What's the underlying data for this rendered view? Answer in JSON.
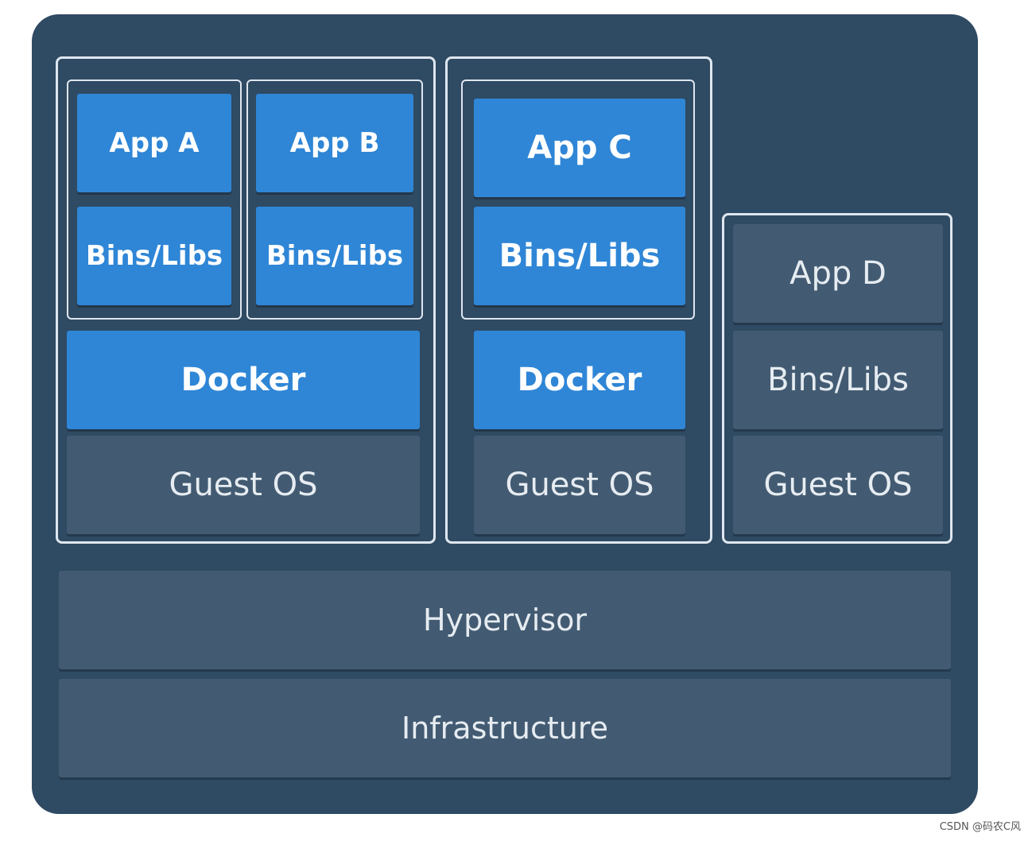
{
  "vm1": {
    "app_a": "App A",
    "bins_a": "Bins/Libs",
    "app_b": "App B",
    "bins_b": "Bins/Libs",
    "docker": "Docker",
    "guest_os": "Guest OS"
  },
  "vm2": {
    "app_c": "App C",
    "bins_c": "Bins/Libs",
    "docker": "Docker",
    "guest_os": "Guest OS"
  },
  "vm3": {
    "app_d": "App D",
    "bins_d": "Bins/Libs",
    "guest_os": "Guest OS"
  },
  "hypervisor": "Hypervisor",
  "infrastructure": "Infrastructure",
  "watermark": "CSDN @码农C风",
  "colors": {
    "panel": "#2f4a63",
    "docker_blue": "#2f86d6",
    "slate": "#435b72",
    "outline": "#dfe6ee"
  }
}
